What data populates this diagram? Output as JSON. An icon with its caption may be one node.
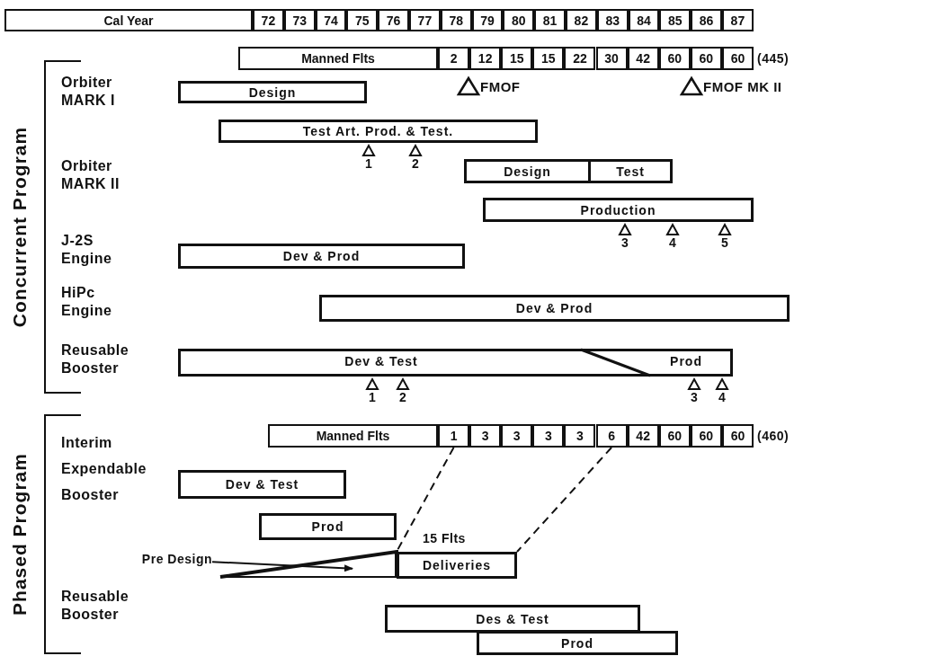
{
  "diagram": {
    "nodes": [
      {
        "text": [
          "Design"
        ]
      },
      {
        "text": [
          "Test Art. Prod. & Test."
        ]
      },
      {
        "text": [
          "Design"
        ]
      },
      {
        "text": [
          "Test"
        ]
      },
      {
        "text": [
          "Production"
        ]
      },
      {
        "text": [
          "Dev & Prod"
        ]
      },
      {
        "text": [
          "Dev & Prod"
        ]
      },
      {
        "text": [
          "Dev & Test",
          "Prod"
        ]
      },
      {
        "text": [
          "Manned Flts"
        ]
      },
      {
        "text": [
          "1"
        ]
      },
      {
        "text": [
          "3"
        ]
      },
      {
        "text": [
          "3"
        ]
      },
      {
        "text": [
          "3"
        ]
      },
      {
        "text": [
          "3"
        ]
      },
      {
        "text": [
          "6"
        ]
      },
      {
        "text": [
          "42"
        ]
      },
      {
        "text": [
          "60"
        ]
      },
      {
        "text": [
          "60"
        ]
      },
      {
        "text": [
          "60"
        ]
      },
      {
        "text": [
          "Dev & Test"
        ]
      },
      {
        "text": [
          "Prod"
        ]
      },
      {
        "text": [
          "Pre Design"
        ]
      },
      {
        "text": [],
        "shape": "triangle"
      },
      {
        "text": [
          "Deliveries"
        ]
      },
      {
        "text": [
          "Des & Test"
        ]
      },
      {
        "text": [
          "Prod"
        ]
      }
    ],
    "edges": [
      {
        "from": 9,
        "to": 23,
        "arrow": "none",
        "style": "dashed"
      },
      {
        "from": 14,
        "to": 23,
        "arrow": "none",
        "style": "dashed"
      },
      {
        "from": 21,
        "to": 22,
        "arrow": "to"
      }
    ],
    "labels": [
      "Cal Year",
      "72",
      "73",
      "74",
      "75",
      "76",
      "77",
      "78",
      "79",
      "80",
      "81",
      "82",
      "83",
      "84",
      "85",
      "86",
      "87",
      "Manned Flts",
      "2",
      "12",
      "15",
      "15",
      "22",
      "30",
      "42",
      "60",
      "60",
      "60",
      "(445)",
      "Concurrent Program",
      "Orbiter MARK I",
      "FMOF",
      "FMOF MK II",
      "1",
      "2",
      "Orbiter MARK II",
      "3",
      "4",
      "5",
      "J-2S Engine",
      "HiPc Engine",
      "Reusable Booster",
      "1",
      "2",
      "3",
      "4",
      "Phased Program",
      "(460)",
      "Interim Expendable Booster",
      "15 Flts",
      "Reusable Booster"
    ]
  }
}
